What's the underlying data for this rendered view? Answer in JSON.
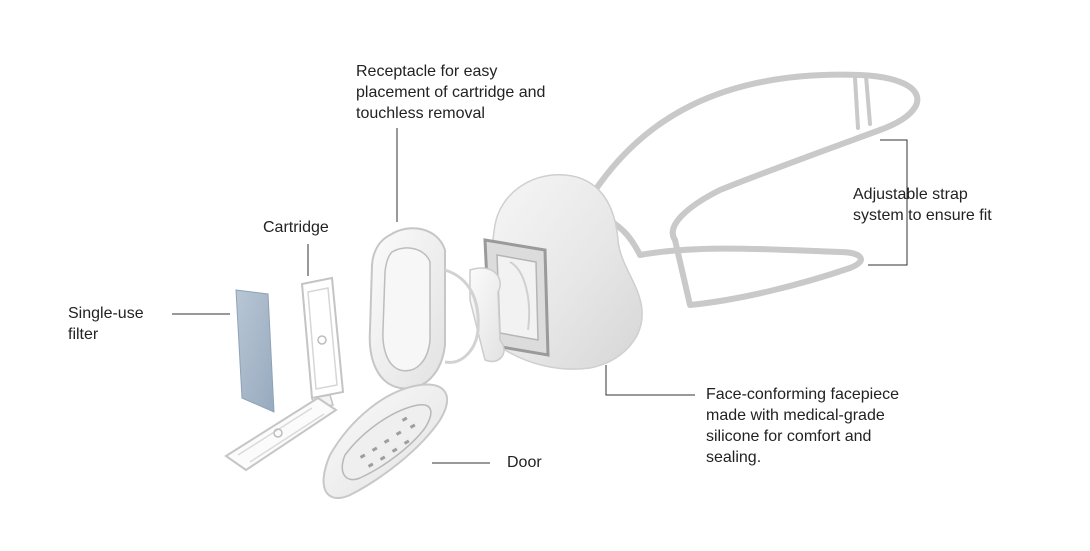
{
  "labels": {
    "receptacle": [
      "Receptacle for easy",
      "placement of cartridge and",
      "touchless removal"
    ],
    "cartridge": [
      "Cartridge"
    ],
    "filter": [
      "Single-use",
      "filter"
    ],
    "strap": [
      "Adjustable strap",
      "system to ensure fit"
    ],
    "facepiece": [
      "Face-conforming facepiece",
      "made with medical-grade",
      "silicone for comfort and",
      "sealing."
    ],
    "door": [
      "Door"
    ]
  },
  "colors": {
    "leader_line": "#333333",
    "filter_fill": "#a9b9cb",
    "part_stroke": "#c8c8c8",
    "part_fill": "#f4f4f4",
    "silicone_fill": "#ebebeb"
  }
}
